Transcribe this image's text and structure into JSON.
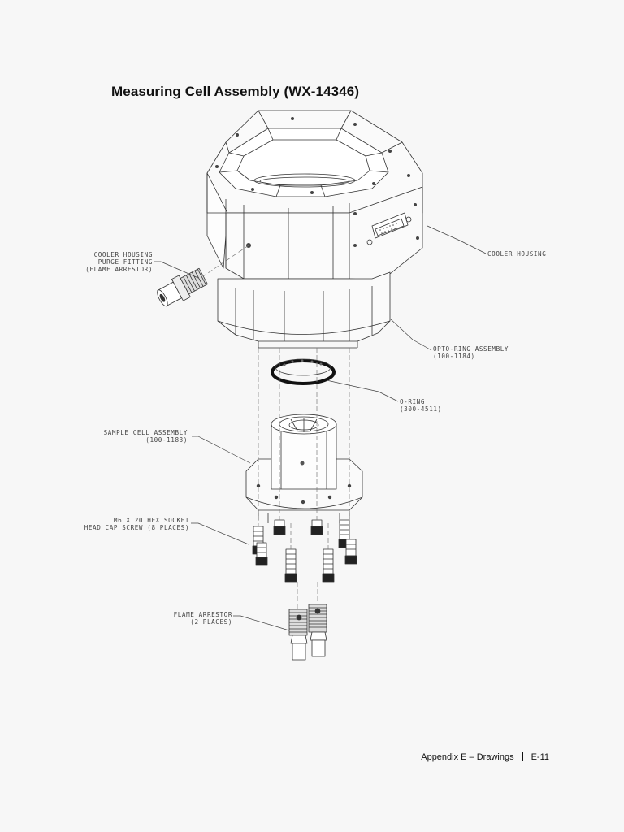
{
  "page": {
    "title": "Measuring Cell Assembly (WX-14346)"
  },
  "callouts": {
    "cooler_purge": [
      "COOLER HOUSING",
      "PURGE FITTING",
      "(FLAME ARRESTOR)"
    ],
    "cooler_housing": [
      "COOLER HOUSING"
    ],
    "opto_ring": [
      "OPTO-RING ASSEMBLY",
      "(100-1184)"
    ],
    "o_ring": [
      "O-RING",
      "(300-4511)"
    ],
    "sample_cell": [
      "SAMPLE CELL ASSEMBLY",
      "(100-1183)"
    ],
    "hex_screw": [
      "M6 X 20 HEX SOCKET",
      "HEAD CAP SCREW (8 PLACES)"
    ],
    "flame_arrestor": [
      "FLAME ARRESTOR",
      "(2 PLACES)"
    ]
  },
  "footer": {
    "section": "Appendix E – Drawings",
    "page_number": "E-11"
  }
}
